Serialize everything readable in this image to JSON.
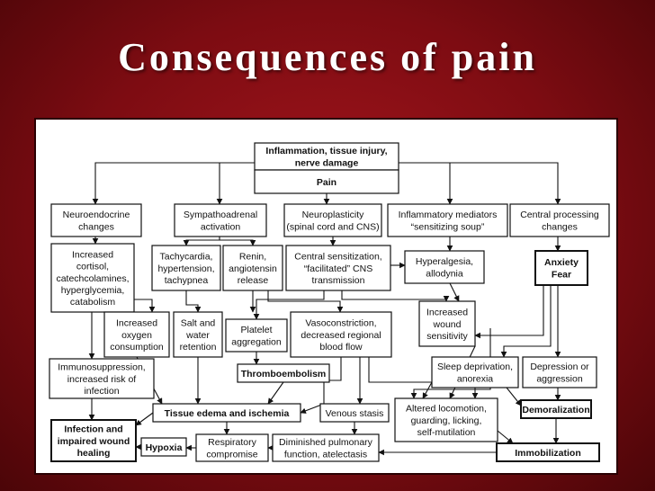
{
  "slide": {
    "title": "Consequences of pain"
  },
  "diagram": {
    "nodes": {
      "inflammation": {
        "lines": [
          "Inflammation, tissue injury,",
          "nerve damage"
        ]
      },
      "pain": {
        "lines": [
          "Pain"
        ]
      },
      "neuroendocrine": {
        "lines": [
          "Neuroendocrine",
          "changes"
        ]
      },
      "sympathoadrenal": {
        "lines": [
          "Sympathoadrenal",
          "activation"
        ]
      },
      "neuroplasticity": {
        "lines": [
          "Neuroplasticity",
          "(spinal cord and CNS)"
        ]
      },
      "inflammatory_mediators": {
        "lines": [
          "Inflammatory mediators",
          "“sensitizing soup”"
        ]
      },
      "central_processing": {
        "lines": [
          "Central processing",
          "changes"
        ]
      },
      "cortisol": {
        "lines": [
          "Increased",
          "cortisol,",
          "catechcolamines,",
          "hyperglycemia,",
          "catabolism"
        ]
      },
      "tachycardia": {
        "lines": [
          "Tachycardia,",
          "hypertension,",
          "tachypnea"
        ]
      },
      "renin": {
        "lines": [
          "Renin,",
          "angiotensin",
          "release"
        ]
      },
      "central_sensitization": {
        "lines": [
          "Central sensitization,",
          "“facilitated” CNS",
          "transmission"
        ]
      },
      "hyperalgesia": {
        "lines": [
          "Hyperalgesia,",
          "allodynia"
        ]
      },
      "anxiety": {
        "lines": [
          "Anxiety",
          "Fear"
        ]
      },
      "oxygen": {
        "lines": [
          "Increased",
          "oxygen",
          "consumption"
        ]
      },
      "salt_water": {
        "lines": [
          "Salt and",
          "water",
          "retention"
        ]
      },
      "platelet": {
        "lines": [
          "Platelet",
          "aggregation"
        ]
      },
      "vasoconstriction": {
        "lines": [
          "Vasoconstriction,",
          "decreased regional",
          "blood flow"
        ]
      },
      "wound_sensitivity": {
        "lines": [
          "Increased",
          "wound",
          "sensitivity"
        ]
      },
      "immunosuppression": {
        "lines": [
          "Immunosuppression,",
          "increased risk of",
          "infection"
        ]
      },
      "thromboembolism": {
        "lines": [
          "Thromboembolism"
        ]
      },
      "sleep": {
        "lines": [
          "Sleep deprivation,",
          "anorexia"
        ]
      },
      "depression": {
        "lines": [
          "Depression or",
          "aggression"
        ]
      },
      "edema": {
        "lines": [
          "Tissue edema and ischemia"
        ]
      },
      "venous_stasis": {
        "lines": [
          "Venous stasis"
        ]
      },
      "locomotion": {
        "lines": [
          "Altered locomotion,",
          "guarding, licking,",
          "self-mutilation"
        ]
      },
      "demoralization": {
        "lines": [
          "Demoralization"
        ]
      },
      "infection": {
        "lines": [
          "Infection and",
          "impaired wound",
          "healing"
        ]
      },
      "hypoxia": {
        "lines": [
          "Hypoxia"
        ]
      },
      "respiratory": {
        "lines": [
          "Respiratory",
          "compromise"
        ]
      },
      "pulmonary": {
        "lines": [
          "Diminished pulmonary",
          "function, atelectasis"
        ]
      },
      "immobilization": {
        "lines": [
          "Immobilization"
        ]
      }
    }
  }
}
